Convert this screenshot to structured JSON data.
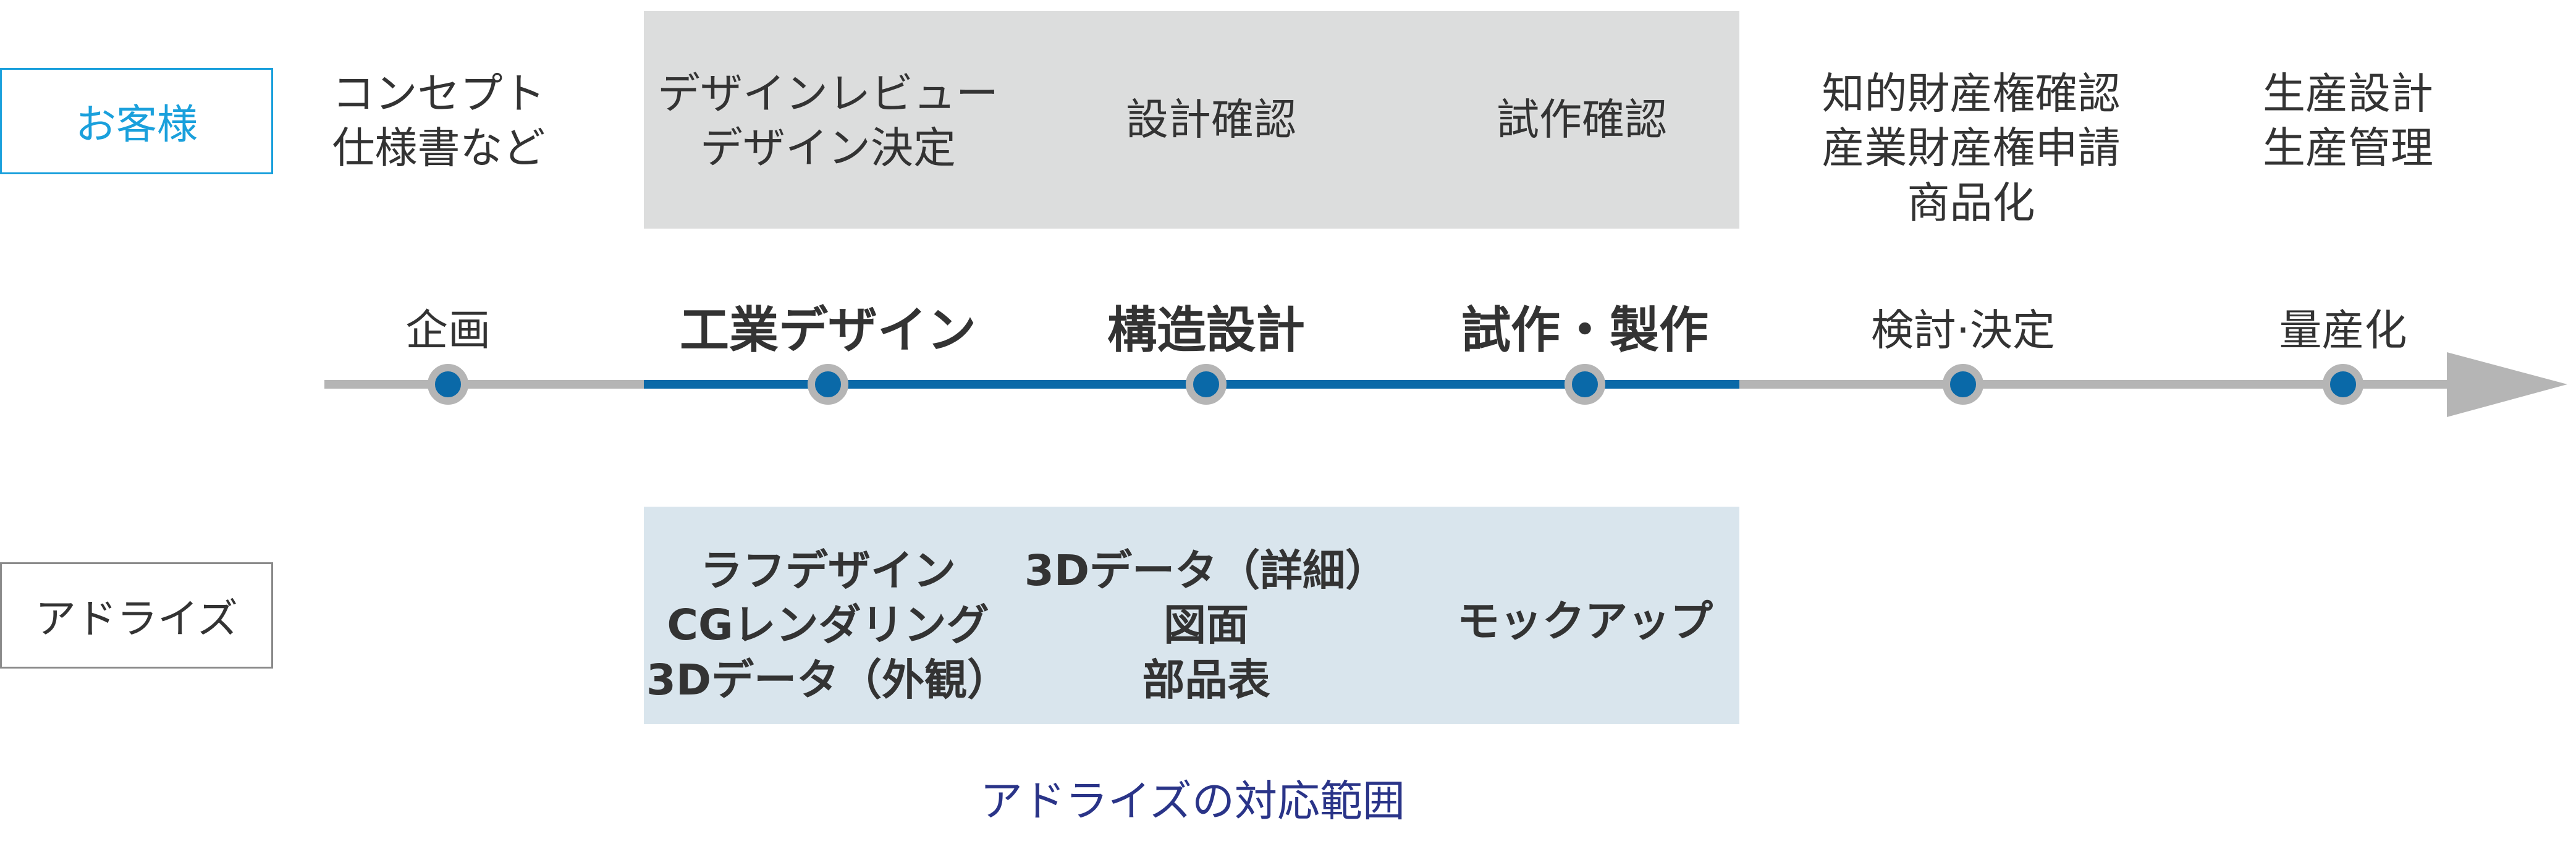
{
  "rows": {
    "customer": {
      "label": "お客様",
      "color": "#1aa0dc"
    },
    "adrise": {
      "label": "アドライズ",
      "color": "#333333"
    }
  },
  "customer_tasks": [
    [
      "コンセプト",
      "仕様書など"
    ],
    [
      "デザインレビュー",
      "デザイン決定"
    ],
    [
      "設計確認"
    ],
    [
      "試作確認"
    ],
    [
      "知的財産権確認",
      "産業財産権申請",
      "商品化"
    ],
    [
      "生産設計",
      "生産管理"
    ]
  ],
  "stages": [
    {
      "label": "企画",
      "emphasis": false
    },
    {
      "label": "工業デザイン",
      "emphasis": true
    },
    {
      "label": "構造設計",
      "emphasis": true
    },
    {
      "label": "試作・製作",
      "emphasis": true
    },
    {
      "label": "検討·決定",
      "emphasis": false
    },
    {
      "label": "量産化",
      "emphasis": false
    }
  ],
  "adrise_deliverables": [
    [
      "ラフデザイン",
      "CGレンダリング",
      "3Dデータ（外観）"
    ],
    [
      "3Dデータ（詳細）",
      "図面",
      "部品表"
    ],
    [
      "モックアップ"
    ]
  ],
  "scope_caption": "アドライズの対応範囲",
  "colors": {
    "customer_band": "#dcdddd",
    "adrise_band": "#d9e5ed",
    "timeline_gray": "#b5b5b5",
    "timeline_blue": "#0a69a8",
    "node_fill": "#0a69a8",
    "node_ring": "#b5b5b5",
    "caption": "#2a3488"
  }
}
